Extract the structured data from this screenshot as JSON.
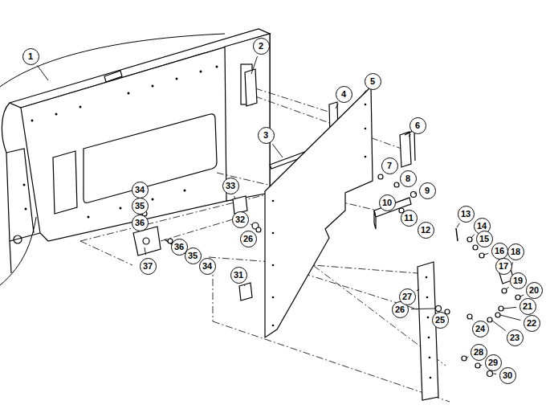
{
  "diagram": {
    "labels": [
      "1",
      "2",
      "3",
      "4",
      "5",
      "6",
      "7",
      "8",
      "9",
      "10",
      "11",
      "12",
      "13",
      "14",
      "15",
      "16",
      "18",
      "17",
      "19",
      "20",
      "21",
      "22",
      "23",
      "24",
      "25",
      "26",
      "27",
      "28",
      "29",
      "30",
      "31",
      "32",
      "33",
      "26",
      "34",
      "35",
      "36",
      "37",
      "36",
      "35",
      "34"
    ]
  }
}
